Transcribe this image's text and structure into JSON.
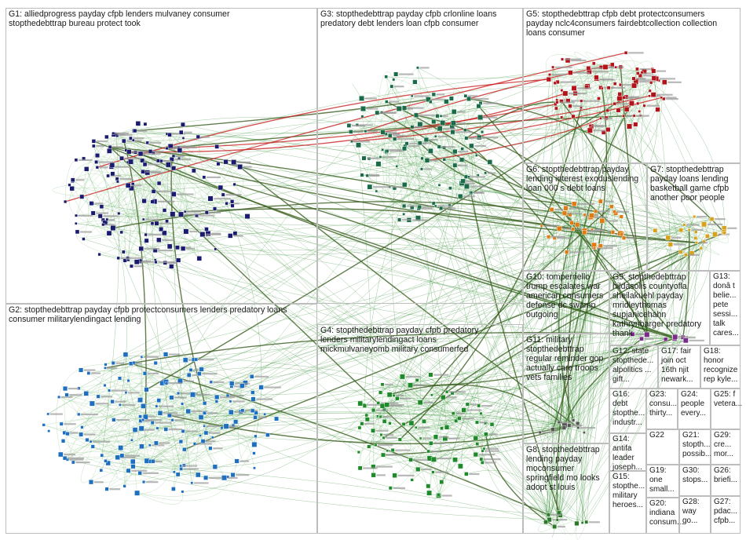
{
  "groups": [
    {
      "id": "G1",
      "label": "G1: alliedprogress payday cfpb lenders mulvaney consumer\nstopthedebttrap bureau protect took",
      "color": "#1a1a6e"
    },
    {
      "id": "G2",
      "label": "G2: stopthedebttrap payday cfpb protectconsumers lenders predatory loans\nconsumer militarylendingact lending",
      "color": "#1e6fc0"
    },
    {
      "id": "G3",
      "label": "G3: stopthedebttrap payday cfpb crlonline loans\npredatory debt lenders loan cfpb consumer",
      "color": "#1a6b4a"
    },
    {
      "id": "G4",
      "label": "G4: stopthedebttrap payday cfpb predatory\nlenders militarylendingact loans\nmickmulvaneyomb military consumerfed",
      "color": "#1f8a2a"
    },
    {
      "id": "G5",
      "label": "G5: stopthedebttrap cfpb debt protectconsumers\npayday nclc4consumers fairdebtcollection collection\nloans consumer",
      "color": "#b3141b"
    },
    {
      "id": "G6",
      "label": "G6: stopthedebttrap payday\nlending interest exoduslending\nloan 000 s debt loans",
      "color": "#e07a12"
    },
    {
      "id": "G7",
      "label": "G7: stopthedebttrap\npayday loans lending\nbasketball game cfpb\nanother poor people",
      "color": "#d9a21b"
    },
    {
      "id": "G8",
      "label": "G8: stopthedebttrap\nlending payday\nmoconsumer\nspringfield mo looks\nadopt st louis",
      "color": "#2a7a2a"
    },
    {
      "id": "G9",
      "label": "G9: stopthedebttrap\nhildasolis countyofla\nsheilakuehl payday\nmridleythomas\nsupjanicehahn\nkathrynbarger predatory\nthank",
      "color": "#7a2a8a"
    },
    {
      "id": "G10",
      "label": "G10: tomperriello\ntrump escalates war\namerican consumers\ndefense dc swamp\noutgoing",
      "color": "#555"
    },
    {
      "id": "G11",
      "label": "G11: military\nstopthedebttrap\nregular reminder gop\nactually care troops\nvets families",
      "color": "#555"
    },
    {
      "id": "G12",
      "label": "G12: state\nstopthede...\nalpolitics ...\ngift...",
      "color": "#555"
    },
    {
      "id": "G13",
      "label": "G13:\ndonâ t\nbelie...\npete\nsessi...\ntalk\ncares...",
      "color": "#555"
    },
    {
      "id": "G14",
      "label": "G14:\nantifa\nleader\njoseph...",
      "color": "#555"
    },
    {
      "id": "G15",
      "label": "G15:\nstopthe...\nmilitary\nheroes...",
      "color": "#555"
    },
    {
      "id": "G16",
      "label": "G16:\ndebt\nstopthe...\nindustr...",
      "color": "#555"
    },
    {
      "id": "G17",
      "label": "G17: fair\njoin oct\n16th njit\nnewark...",
      "color": "#555"
    },
    {
      "id": "G18",
      "label": "G18:\nhonor\nrecognize\nrep kyle...",
      "color": "#555"
    },
    {
      "id": "G19",
      "label": "G19:\none\nsmall...",
      "color": "#555"
    },
    {
      "id": "G20",
      "label": "G20:\nindiana\nconsum...",
      "color": "#555"
    },
    {
      "id": "G21",
      "label": "G21:\nstopth...\npossib...",
      "color": "#555"
    },
    {
      "id": "G22",
      "label": "G22",
      "color": "#555"
    },
    {
      "id": "G23",
      "label": "G23:\nconsu...\nthirty...",
      "color": "#555"
    },
    {
      "id": "G24",
      "label": "G24:\npeople\nevery...",
      "color": "#555"
    },
    {
      "id": "G25",
      "label": "G25: f\nvetera...",
      "color": "#555"
    },
    {
      "id": "G26",
      "label": "G26:\nbriefi...",
      "color": "#555"
    },
    {
      "id": "G27",
      "label": "G27:\npdac...\ncfpb...",
      "color": "#555"
    },
    {
      "id": "G28",
      "label": "G28:\nway\ngo...",
      "color": "#555"
    },
    {
      "id": "G29",
      "label": "G29:\ncre...\nmor...",
      "color": "#555"
    },
    {
      "id": "G30",
      "label": "G30:\nstops...",
      "color": "#555"
    }
  ],
  "edge_colors": {
    "green": "#2e8b2e",
    "light": "#9fd09f",
    "red": "#c81e1e",
    "dark": "#3b5e1f"
  }
}
